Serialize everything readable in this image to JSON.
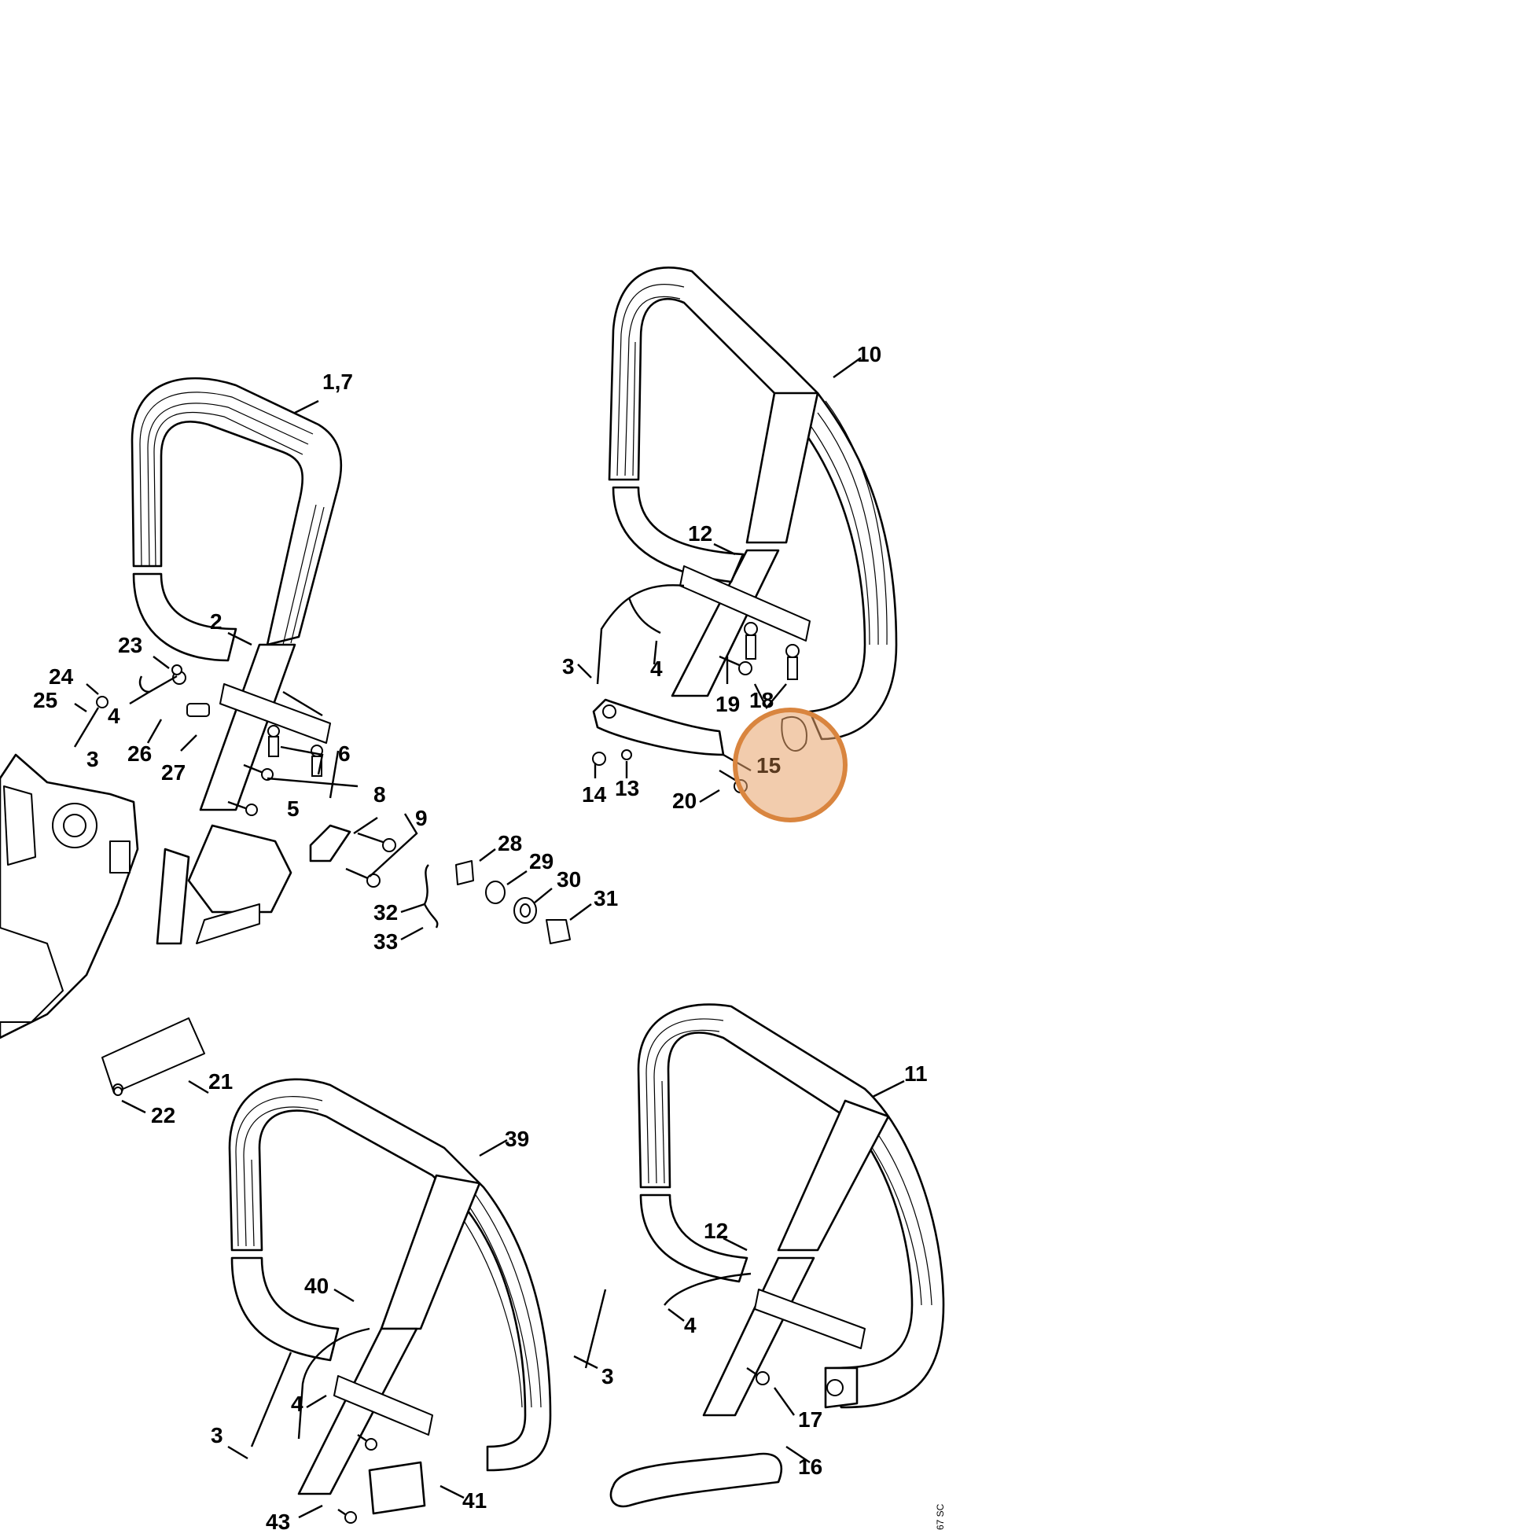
{
  "diagram": {
    "callouts": [
      {
        "id": "c-1-7",
        "text": "1,7"
      },
      {
        "id": "c-2",
        "text": "2"
      },
      {
        "id": "c-3a",
        "text": "3"
      },
      {
        "id": "c-3b",
        "text": "3"
      },
      {
        "id": "c-3c",
        "text": "3"
      },
      {
        "id": "c-3d",
        "text": "3"
      },
      {
        "id": "c-4a",
        "text": "4"
      },
      {
        "id": "c-4b",
        "text": "4"
      },
      {
        "id": "c-4c",
        "text": "4"
      },
      {
        "id": "c-4d",
        "text": "4"
      },
      {
        "id": "c-5",
        "text": "5"
      },
      {
        "id": "c-6",
        "text": "6"
      },
      {
        "id": "c-8",
        "text": "8"
      },
      {
        "id": "c-9",
        "text": "9"
      },
      {
        "id": "c-10",
        "text": "10"
      },
      {
        "id": "c-11",
        "text": "11"
      },
      {
        "id": "c-12a",
        "text": "12"
      },
      {
        "id": "c-12b",
        "text": "12"
      },
      {
        "id": "c-13",
        "text": "13"
      },
      {
        "id": "c-14",
        "text": "14"
      },
      {
        "id": "c-15",
        "text": "15"
      },
      {
        "id": "c-16",
        "text": "16"
      },
      {
        "id": "c-17",
        "text": "17"
      },
      {
        "id": "c-18",
        "text": "18"
      },
      {
        "id": "c-19",
        "text": "19"
      },
      {
        "id": "c-20",
        "text": "20"
      },
      {
        "id": "c-21",
        "text": "21"
      },
      {
        "id": "c-22",
        "text": "22"
      },
      {
        "id": "c-23",
        "text": "23"
      },
      {
        "id": "c-24",
        "text": "24"
      },
      {
        "id": "c-25",
        "text": "25"
      },
      {
        "id": "c-26",
        "text": "26"
      },
      {
        "id": "c-27",
        "text": "27"
      },
      {
        "id": "c-28",
        "text": "28"
      },
      {
        "id": "c-29",
        "text": "29"
      },
      {
        "id": "c-30",
        "text": "30"
      },
      {
        "id": "c-31",
        "text": "31"
      },
      {
        "id": "c-32",
        "text": "32"
      },
      {
        "id": "c-33",
        "text": "33"
      },
      {
        "id": "c-39",
        "text": "39"
      },
      {
        "id": "c-40",
        "text": "40"
      },
      {
        "id": "c-41",
        "text": "41"
      },
      {
        "id": "c-43",
        "text": "43"
      }
    ],
    "highlight": {
      "label": "15",
      "color": "#d9853f"
    },
    "drawing_code": "67 SC"
  }
}
